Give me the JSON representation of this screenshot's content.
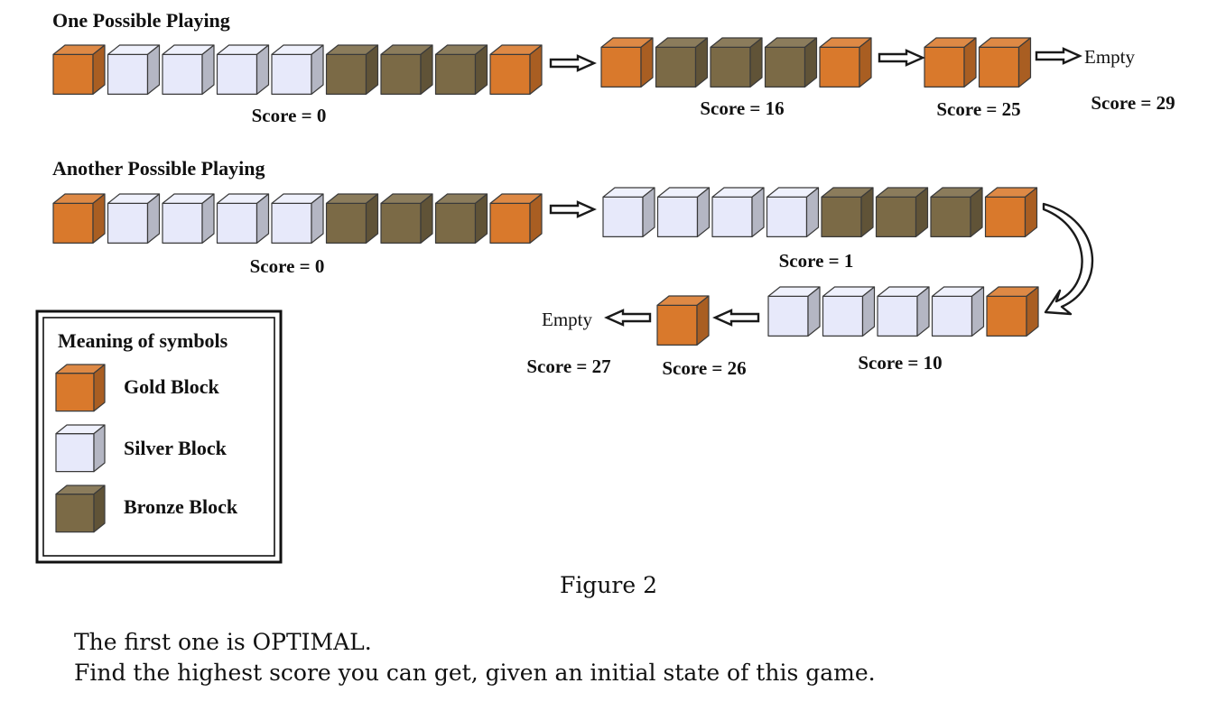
{
  "colors": {
    "gold": "#d9792c",
    "silver": "#e7e9fa",
    "bronze": "#7b6a46",
    "outline": "#3a3a3a"
  },
  "section1": {
    "title": "One Possible Playing",
    "states": [
      {
        "blocks": [
          "gold",
          "silver",
          "silver",
          "silver",
          "silver",
          "bronze",
          "bronze",
          "bronze",
          "gold"
        ],
        "score": "Score = 0"
      },
      {
        "blocks": [
          "gold",
          "bronze",
          "bronze",
          "bronze",
          "gold"
        ],
        "score": "Score = 16"
      },
      {
        "blocks": [
          "gold",
          "gold"
        ],
        "score": "Score = 25"
      }
    ],
    "final_label": "Empty",
    "final_score": "Score = 29"
  },
  "section2": {
    "title": "Another Possible Playing",
    "states": [
      {
        "blocks": [
          "gold",
          "silver",
          "silver",
          "silver",
          "silver",
          "bronze",
          "bronze",
          "bronze",
          "gold"
        ],
        "score": "Score = 0"
      },
      {
        "blocks": [
          "silver",
          "silver",
          "silver",
          "silver",
          "bronze",
          "bronze",
          "bronze",
          "gold"
        ],
        "score": "Score = 1"
      },
      {
        "blocks": [
          "silver",
          "silver",
          "silver",
          "silver",
          "gold"
        ],
        "score": "Score = 10"
      },
      {
        "blocks": [
          "gold"
        ],
        "score": "Score = 26"
      }
    ],
    "final_label": "Empty",
    "final_score": "Score = 27"
  },
  "legend": {
    "title": "Meaning of symbols",
    "items": [
      {
        "type": "gold",
        "label": "Gold Block"
      },
      {
        "type": "silver",
        "label": "Silver Block"
      },
      {
        "type": "bronze",
        "label": "Bronze Block"
      }
    ]
  },
  "caption": "Figure 2",
  "text": {
    "line1": "The first one is OPTIMAL.",
    "line2": "Find the highest score you can get, given an initial state of this game."
  }
}
